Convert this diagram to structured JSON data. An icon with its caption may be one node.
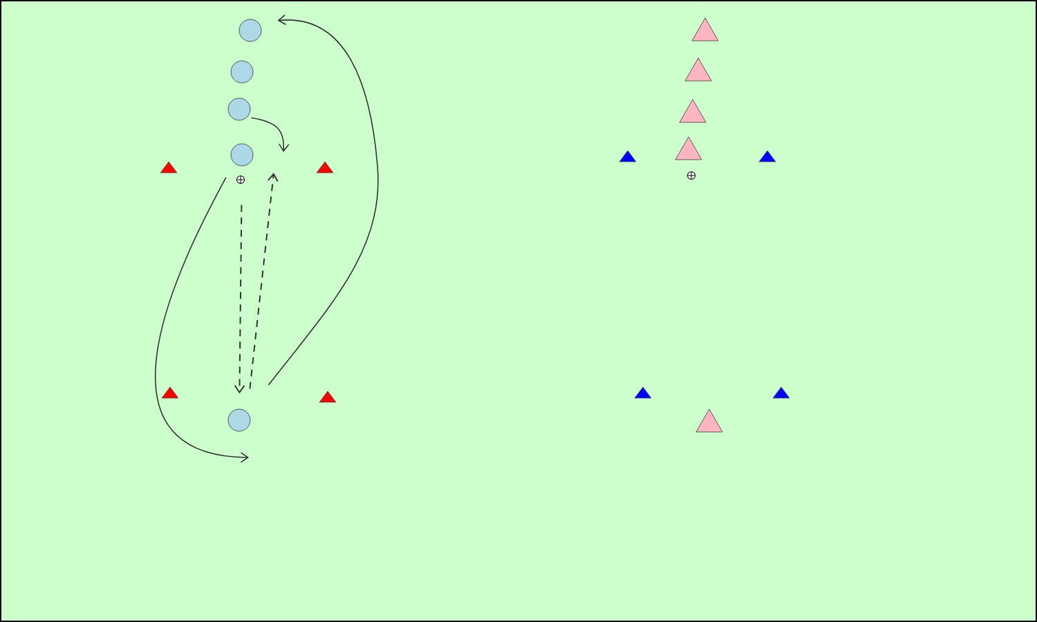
{
  "diagram": {
    "nodes": [
      {
        "text": [],
        "shape": "circle"
      },
      {
        "text": [],
        "shape": "circle"
      },
      {
        "text": [],
        "shape": "circle"
      },
      {
        "text": [],
        "shape": "circle"
      },
      {
        "text": [],
        "shape": "circle"
      },
      {
        "text": [],
        "shape": "triangle"
      },
      {
        "text": [],
        "shape": "triangle"
      },
      {
        "text": [],
        "shape": "triangle"
      },
      {
        "text": [],
        "shape": "triangle"
      },
      {
        "text": [],
        "shape": "triangle"
      }
    ],
    "edges": [
      {
        "from": 2,
        "to": null,
        "arrow": "to"
      },
      {
        "from": 3,
        "to": 4,
        "arrow": "to",
        "style": "dashed"
      },
      {
        "from": 4,
        "to": null,
        "arrow": "to",
        "style": "dashed"
      },
      {
        "from": 3,
        "to": null,
        "arrow": "to"
      },
      {
        "from": 4,
        "to": 0,
        "arrow": "to"
      }
    ]
  }
}
